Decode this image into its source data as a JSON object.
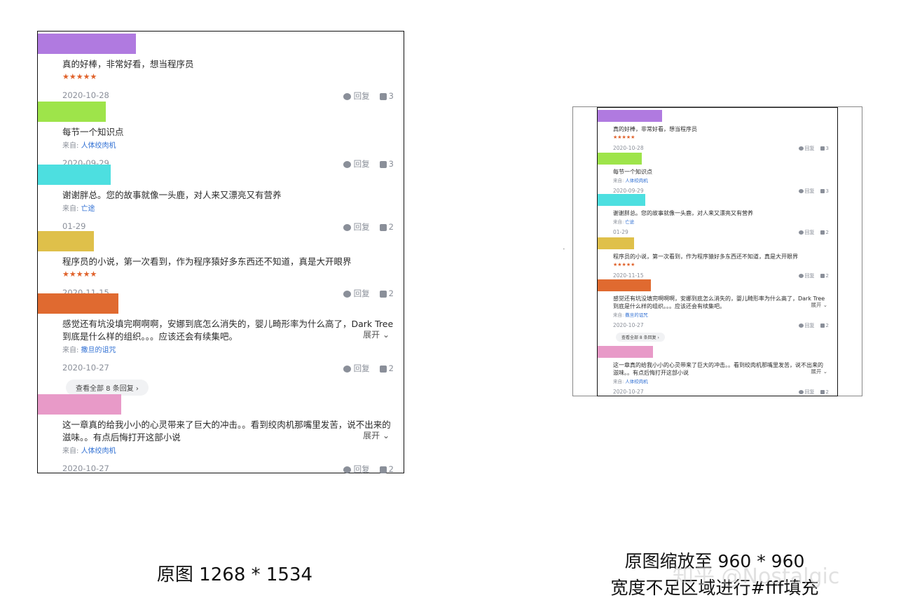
{
  "comments": [
    {
      "color": "#b07ae0",
      "text": [
        "真的好棒，非常好看，想当程序员"
      ],
      "stars": "★★★★★",
      "source_label": "",
      "source_name": "",
      "date": "2020-10-28",
      "reply_label": "回复",
      "likes": "3",
      "expand": "",
      "more_replies": ""
    },
    {
      "color": "#9ee44a",
      "text": [
        "每节一个知识点"
      ],
      "stars": "",
      "source_label": "来自:",
      "source_name": "人体绞肉机",
      "date": "2020-09-29",
      "reply_label": "回复",
      "likes": "3",
      "expand": "",
      "more_replies": ""
    },
    {
      "color": "#4ddfe0",
      "text": [
        "谢谢胖总。您的故事就像一头鹿，对人来又漂亮又有营养"
      ],
      "stars": "",
      "source_label": "来自:",
      "source_name": "亡途",
      "date": "01-29",
      "reply_label": "回复",
      "likes": "2",
      "expand": "",
      "more_replies": ""
    },
    {
      "color": "#dfc04a",
      "text": [
        "程序员的小说，第一次看到，作为程序猿好多东西还不知道，真是大开眼界"
      ],
      "stars": "★★★★★",
      "source_label": "",
      "source_name": "",
      "date": "2020-11-15",
      "reply_label": "回复",
      "likes": "2",
      "expand": "",
      "more_replies": ""
    },
    {
      "color": "#e06a30",
      "text": [
        "感觉还有坑没填完啊啊啊，安娜到底怎么消失的，婴儿畸形率为什么高了，Dark Tree",
        "到底是什么样的组织。。。应该还会有续集吧。"
      ],
      "stars": "",
      "source_label": "来自:",
      "source_name": "撒旦的诅咒",
      "date": "2020-10-27",
      "reply_label": "回复",
      "likes": "2",
      "expand": "展开 ⌄",
      "more_replies": "查看全部 8 条回复 ›"
    },
    {
      "color": "#e89ac8",
      "text": [
        "这一章真的给我小小的心灵带来了巨大的冲击。。看到绞肉机那嘴里发苦，说不出来的",
        "滋味。。有点后悔打开这部小说"
      ],
      "stars": "",
      "source_label": "来自:",
      "source_name": "人体绞肉机",
      "date": "2020-10-27",
      "reply_label": "回复",
      "likes": "2",
      "expand": "展开 ⌄",
      "more_replies": ""
    }
  ],
  "captions": {
    "left": "原图 1268 * 1534",
    "right_line1": "原图缩放至 960 * 960",
    "right_line2": "宽度不足区域进行#fff填充"
  },
  "watermark": "知乎 @Nostalgic"
}
